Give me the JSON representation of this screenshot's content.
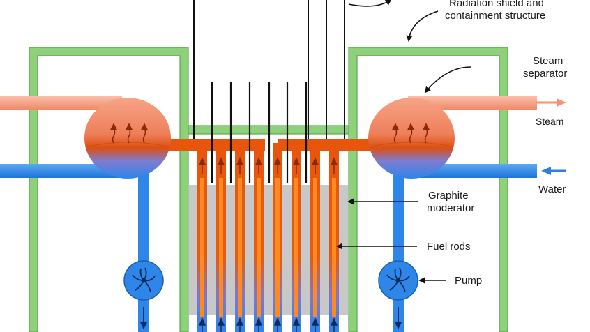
{
  "labels": {
    "shield_line1": "Radiation shield and",
    "shield_line2": "containment structure",
    "separator_line1": "Steam",
    "separator_line2": "separator",
    "steam": "Steam",
    "water": "Water",
    "moderator_line1": "Graphite",
    "moderator_line2": "moderator",
    "fuel_rods": "Fuel rods",
    "pump": "Pump"
  },
  "colors": {
    "containment": "#8fd17b",
    "steam_pipe": "#f39b7a",
    "water_pipe": "#2e86e8",
    "hot_channel": "#e8560d",
    "fuel_rod": "#ff8a1f",
    "graphite": "#c8c8c8",
    "arrow_steam": "#ff8f73",
    "arrow_water": "#2d7fe3"
  },
  "icons": {
    "pump": "pump-impeller-icon",
    "flow": "flow-arrow-icon"
  }
}
